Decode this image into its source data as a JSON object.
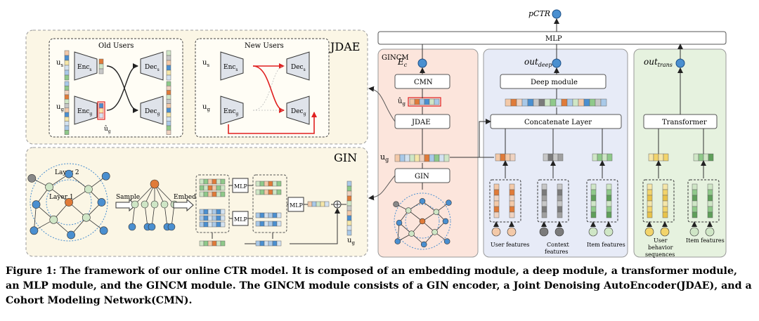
{
  "top": {
    "pctr": "pCTR",
    "mlp": "MLP"
  },
  "jdae_panel": {
    "title": "JDAE",
    "old_users": "Old Users",
    "new_users": "New Users",
    "u_s": "u",
    "u_s_sub": "s",
    "u_g": "u",
    "u_g_sub": "g",
    "enc_s": "Enc",
    "enc_s_sub": "s",
    "enc_g": "Enc",
    "enc_g_sub": "g",
    "dec_s": "Dec",
    "dec_s_sub": "s",
    "dec_g": "Dec",
    "dec_g_sub": "g",
    "u_hat_g": "û",
    "u_hat_g_sub": "g"
  },
  "gin_panel": {
    "title": "GIN",
    "layer2": "Layer 2",
    "layer1": "Layer 1",
    "sample": "Sample",
    "embed": "Embed",
    "mlp": "MLP",
    "ug": "u",
    "ug_sub": "g"
  },
  "gincm": {
    "title": "GINCM",
    "ec": "E",
    "ec_sub": "c",
    "cmn": "CMN",
    "u_hat": "û",
    "u_hat_sub": "g",
    "jdae": "JDAE",
    "ug": "u",
    "ug_sub": "g",
    "gin": "GIN"
  },
  "deep": {
    "out": "out",
    "out_sub": "deep",
    "deep_module": "Deep module",
    "concat": "Concatenate Layer",
    "user_features": "User features",
    "context_features_1": "Context",
    "context_features_2": "features",
    "item_features": "Item features"
  },
  "trans": {
    "out": "out",
    "out_sub": "trans",
    "transformer": "Transformer",
    "ubs_1": "User",
    "ubs_2": "behavior",
    "ubs_3": "sequences",
    "item_features": "Item features"
  },
  "caption": "Figure 1: The framework of our online CTR model. It is composed of an embedding module, a deep module, a transformer module, an MLP module, and the GINCM module. The GINCM module consists of a GIN encoder, a Joint Denoising AutoEncoder(JDAE), and a Cohort Modeling Network(CMN).",
  "colors": {
    "orange": "#e07b39",
    "blue": "#4a8fd0",
    "green": "#8fc98a",
    "yellow": "#f2d46b",
    "red": "#e02020",
    "gray": "#7b7b7b"
  }
}
